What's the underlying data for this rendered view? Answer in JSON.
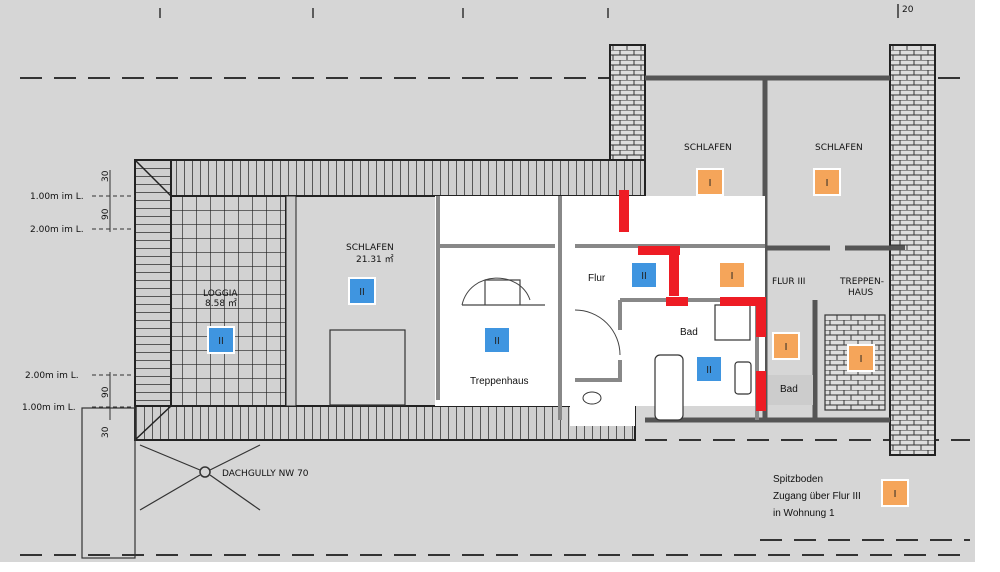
{
  "colors": {
    "badge_II": "#3f95e0",
    "badge_I": "#f5a55a",
    "new_wall": "#ee1c24"
  },
  "sheet_number": "20",
  "dimensions": {
    "top_1": "1.00m  im L.",
    "top_2": "2.00m  im L.",
    "bottom_2": "2.00m  im L.",
    "bottom_1": "1.00m  im L.",
    "dim_30_top": "30",
    "dim_90_top": "90",
    "dim_90_bottom": "90",
    "dim_30_bottom": "30"
  },
  "rooms": {
    "loggia": {
      "name": "LOGGIA",
      "area": "8.58 ㎡"
    },
    "schlafen_left": {
      "name": "SCHLAFEN",
      "area": "21.31 ㎡"
    },
    "treppenhaus": "Treppenhaus",
    "flur": "Flur",
    "bad": "Bad",
    "schlafen_1": "SCHLAFEN",
    "schlafen_2": "SCHLAFEN",
    "flur3": "FLUR  III",
    "treppenhaus_right_1": "TREPPEN-",
    "treppenhaus_right_2": "HAUS",
    "bad_small": "Bad",
    "dachgully": "DACHGULLY  NW 70"
  },
  "badges": {
    "loggia": "II",
    "schlafen_left": "II",
    "treppenhaus": "II",
    "flur": "II",
    "bad": "II",
    "schlafen_1": "I",
    "schlafen_2": "I",
    "flur_area": "I",
    "flur3": "I",
    "treppenhaus_right": "I",
    "spitzboden": "I"
  },
  "legend": {
    "line1": "Spitzboden",
    "line2": "Zugang über Flur III",
    "line3": "in Wohnung 1"
  }
}
